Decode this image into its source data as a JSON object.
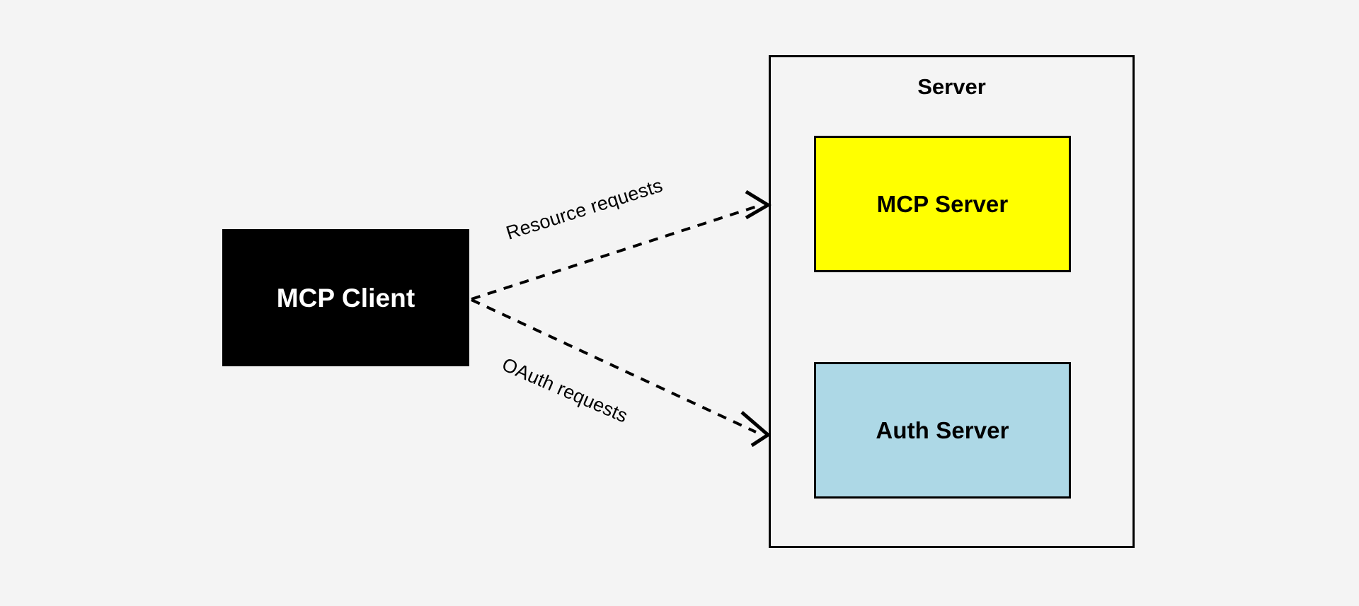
{
  "diagram": {
    "title": "MCP Client to Server architecture",
    "background_color": "#f4f4f4",
    "nodes": {
      "client": {
        "label": "MCP Client",
        "fill_color": "#000000",
        "text_color": "#ffffff"
      },
      "server_container": {
        "label": "Server",
        "fill_color": "transparent",
        "border_color": "#000000",
        "text_color": "#000000"
      },
      "mcp_server": {
        "label": "MCP Server",
        "fill_color": "#ffff00",
        "border_color": "#000000",
        "text_color": "#000000"
      },
      "auth_server": {
        "label": "Auth Server",
        "fill_color": "#add8e6",
        "border_color": "#000000",
        "text_color": "#000000"
      }
    },
    "edges": [
      {
        "id": "resource-requests",
        "label": "Resource requests",
        "from": "MCP Client",
        "to": "MCP Server",
        "style": "dashed",
        "arrowhead": "open",
        "stroke_color": "#000000"
      },
      {
        "id": "oauth-requests",
        "label": "OAuth requests",
        "from": "MCP Client",
        "to": "Auth Server",
        "style": "dashed",
        "arrowhead": "open",
        "stroke_color": "#000000"
      }
    ]
  }
}
